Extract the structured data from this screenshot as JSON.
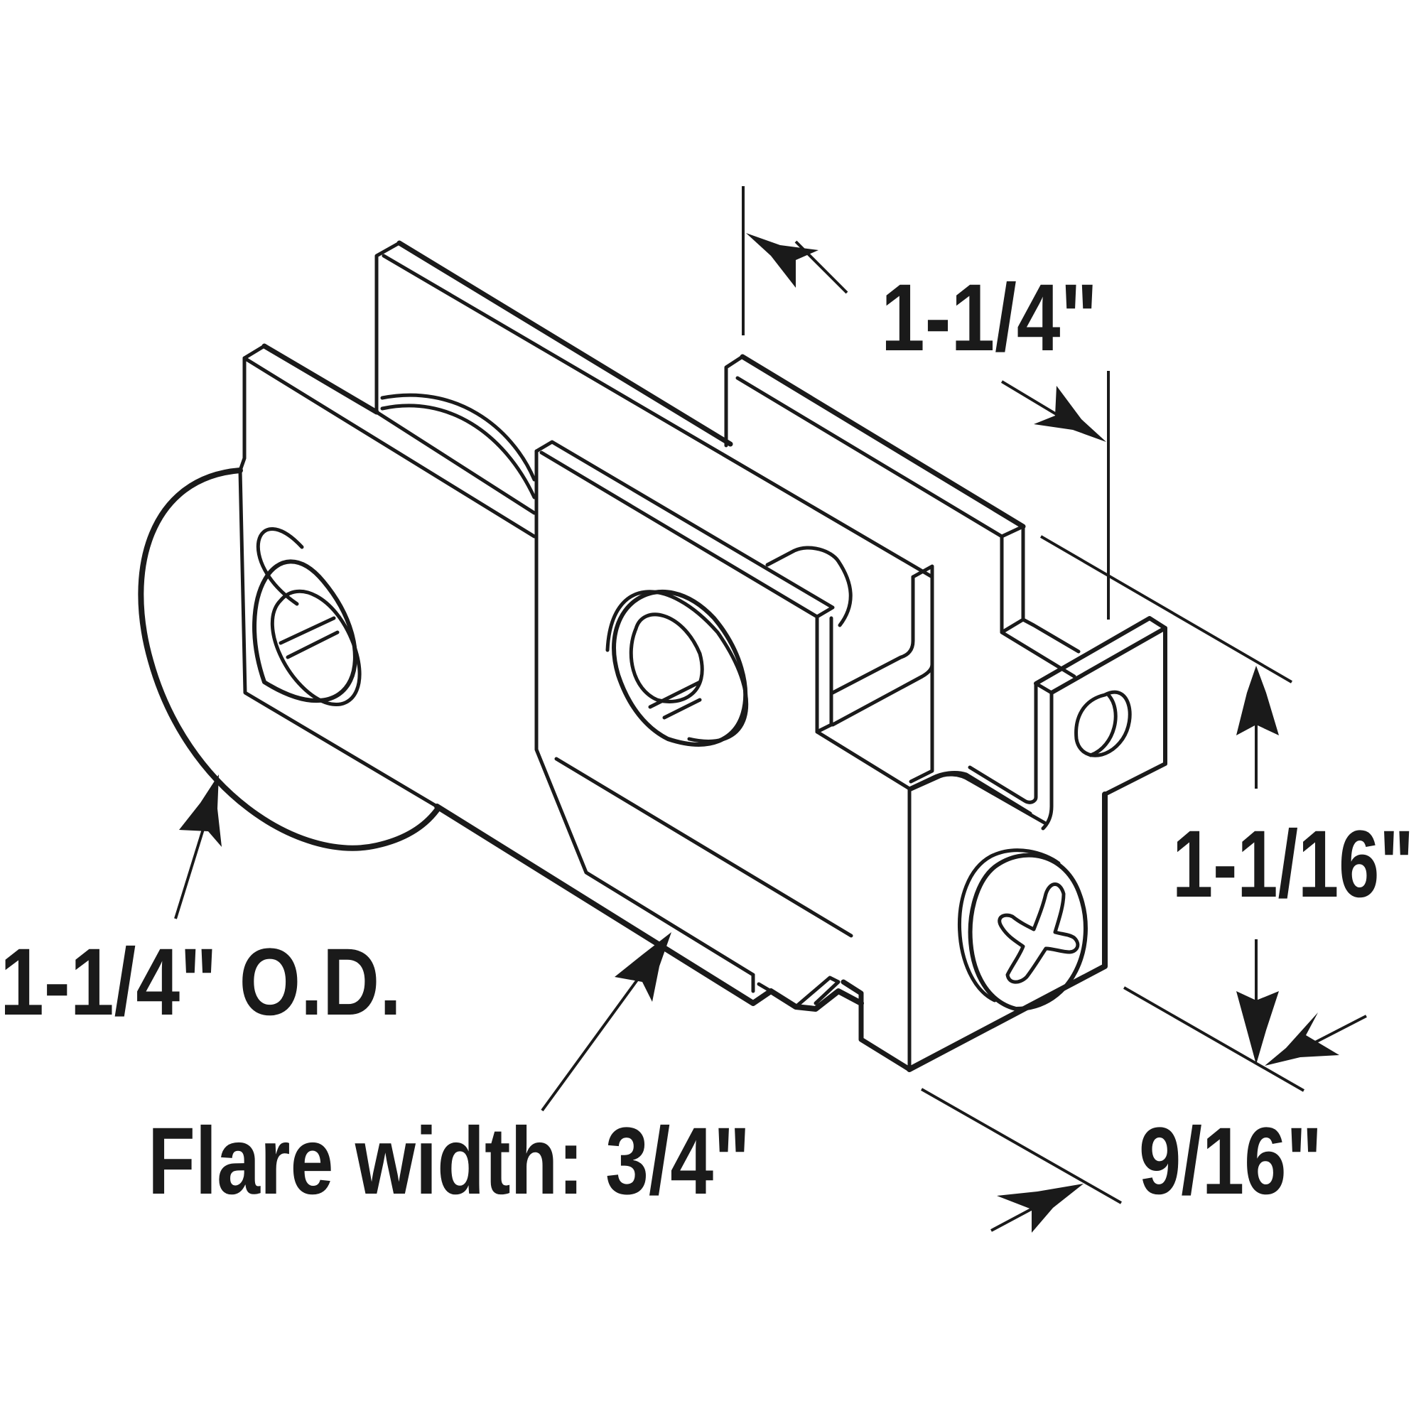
{
  "colors": {
    "line": "#1a1a1a",
    "background": "#ffffff"
  },
  "labels": {
    "width_top": "1-1/4\"",
    "height_right": "1-1/16\"",
    "wheel_od": "1-1/4\" O.D.",
    "depth_bottom": "9/16\"",
    "flare_width": "Flare width: 3/4\""
  }
}
